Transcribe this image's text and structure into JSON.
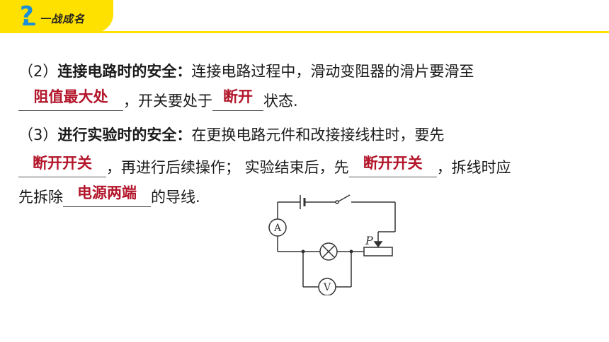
{
  "header": {
    "icon": "question-mark-icon",
    "badge_text": "一战成名"
  },
  "colors": {
    "accent": "#ffe100",
    "answer": "#b3152a",
    "icon": "#1a8fd8"
  },
  "item2": {
    "num": "（2）",
    "title": "连接电路时的安全：",
    "text1": "连接电路过程中，滑动变阻器的滑片要滑至",
    "answer1": "阻值最大处",
    "text2": "，开关要处于",
    "answer2": "断开",
    "text3": "状态."
  },
  "item3": {
    "num": "（3）",
    "title": "进行实验时的安全：",
    "text1": "在更换电路元件和改接接线柱时，要先",
    "answer1": "断开开关",
    "text2": "，再进行后续操作；  实验结束后，先",
    "answer2": "断开开关",
    "text3": "，拆线时应",
    "text4": "先拆除",
    "answer3": "电源两端",
    "text5": "的导线."
  },
  "circuit": {
    "ammeter": "A",
    "voltmeter": "V",
    "slider_label": "P"
  }
}
